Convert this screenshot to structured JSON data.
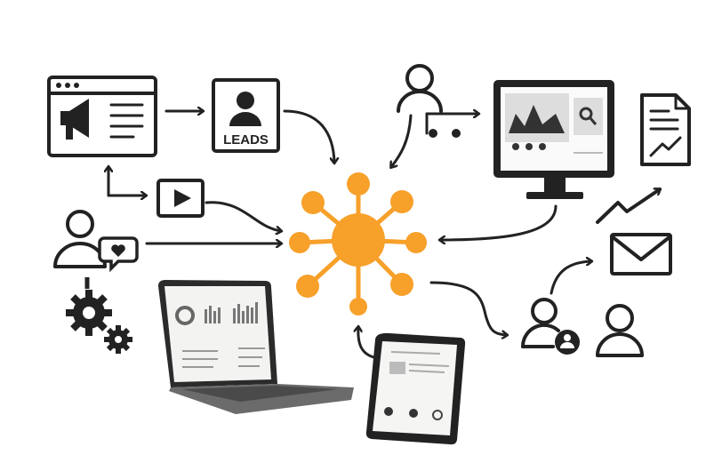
{
  "leads_card": {
    "label": "LEADS"
  },
  "colors": {
    "hub": "#F7A02A",
    "line": "#222222"
  },
  "icons": [
    "megaphone-browser-icon",
    "leads-person-icon",
    "play-video-icon",
    "person-heart-icon",
    "gears-icon",
    "laptop-dashboard",
    "tablet-dashboard",
    "hub-network-icon",
    "person-icon",
    "monitor-analytics-icon",
    "document-chart-icon",
    "trend-arrow-icon",
    "envelope-icon",
    "person-badge-icon"
  ]
}
